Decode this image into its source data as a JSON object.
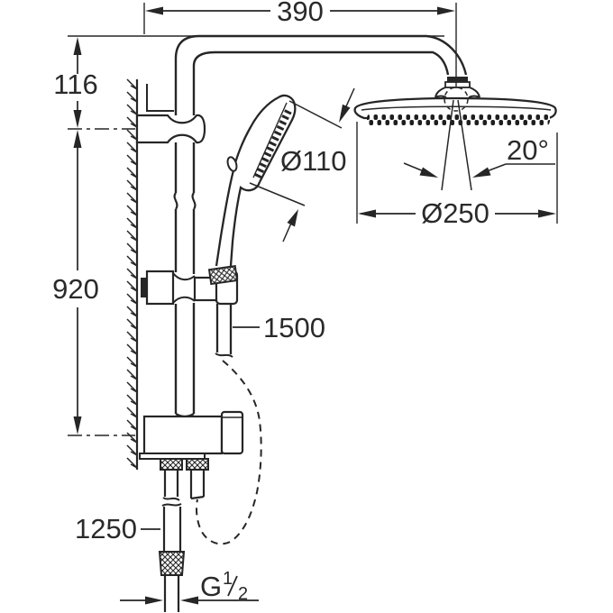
{
  "diagram": {
    "type": "technical-dimension-drawing",
    "subject": "wall-mounted shower system with head shower and hand shower",
    "labels": {
      "width_top": "390",
      "offset_top": "116",
      "rail_height": "920",
      "hand_shower_diameter": "Ø110",
      "head_shower_angle": "20°",
      "head_shower_diameter": "Ø250",
      "shower_hose_length": "1500",
      "connection_hose_length": "1250",
      "thread_prefix": "G",
      "thread_numerator": "1",
      "thread_denominator": "2"
    },
    "colors": {
      "line": "#262626",
      "background": "#ffffff"
    }
  }
}
